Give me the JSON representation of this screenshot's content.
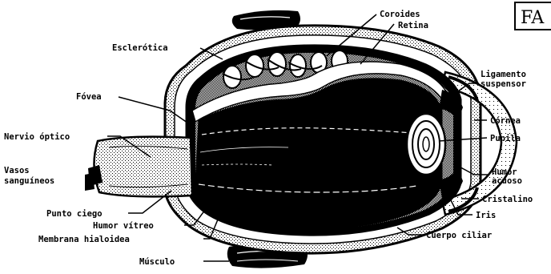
{
  "diagram": {
    "labels": {
      "coroides": "Coroides",
      "retina": "Retina",
      "esclerotica": "Esclerótica",
      "fovea": "Fóvea",
      "nervio_optico": "Nervio óptico",
      "vasos_line1": "Vasos",
      "vasos_line2": "sanguíneos",
      "punto_ciego": "Punto ciego",
      "humor_vitreo": "Humor vítreo",
      "membrana_hialoidea": "Membrana hialoidea",
      "musculo": "Músculo",
      "ligamento_line1": "Ligamento",
      "ligamento_line2": "suspensor",
      "cornea": "Córnea",
      "pupila": "Pupila",
      "humor_acuoso_line1": "Humor",
      "humor_acuoso_line2": "acuoso",
      "cristalino": "Cristalino",
      "iris": "Iris",
      "cuerpo_ciliar": "Cuerpo ciliar"
    },
    "corner_badge": "FA"
  }
}
